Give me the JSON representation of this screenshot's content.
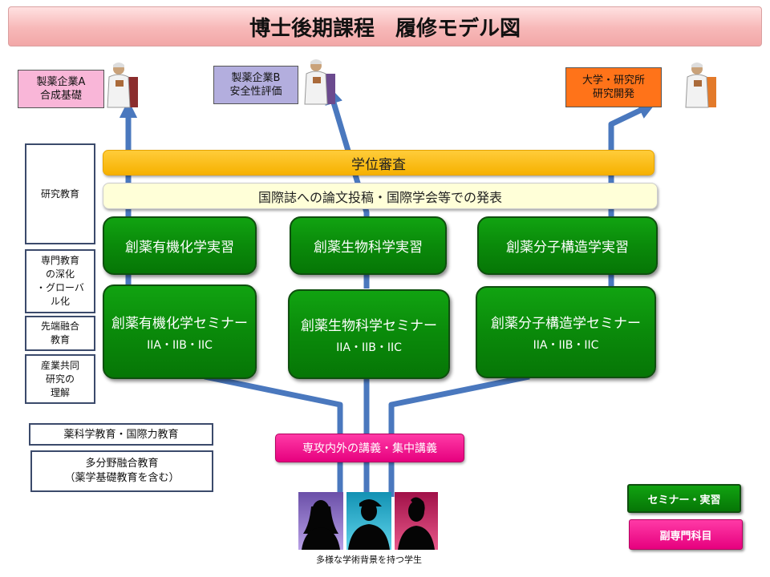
{
  "title": "博士後期課程　履修モデル図",
  "careers": [
    {
      "line1": "製薬企業A",
      "line2": "合成基礎",
      "color": "#f9b6d8"
    },
    {
      "line1": "製薬企業B",
      "line2": "安全性評価",
      "color": "#b3aede"
    },
    {
      "line1": "大学・研究所",
      "line2": "研究開発",
      "color": "#ff7319"
    }
  ],
  "side_labels": {
    "kenkyu": "研究教育",
    "senmon": [
      "専門教育",
      "の深化",
      "・グローバ",
      "ル化"
    ],
    "sentan": [
      "先端融合",
      "教育"
    ],
    "sangyo": [
      "産業共同",
      "研究の",
      "理解"
    ]
  },
  "bottom_left": {
    "yakugaku": "薬科学教育・国際力教育",
    "tabunya_1": "多分野融合教育",
    "tabunya_2": "（薬学基礎教育を含む）"
  },
  "bars": {
    "shinsa": "学位審査",
    "happyo": "国際誌への論文投稿・国際学会等での発表"
  },
  "practicals": [
    "創薬有機化学実習",
    "創薬生物科学実習",
    "創薬分子構造学実習"
  ],
  "seminars": [
    {
      "title": "創薬有機化学セミナー",
      "sub": "IIA・IIB・IIC"
    },
    {
      "title": "創薬生物科学セミナー",
      "sub": "IIA・IIB・IIC"
    },
    {
      "title": "創薬分子構造学セミナー",
      "sub": "IIA・IIB・IIC"
    }
  ],
  "lecture": "専攻内外の講義・集中講義",
  "students_caption": "多様な学術背景を持つ学生",
  "legend": {
    "seminar": "セミナー・実習",
    "sub": "副専門科目"
  },
  "colors": {
    "arrow": "#4a78be",
    "green": "#0a8a0a",
    "magenta": "#e6007e",
    "gold": "#f6b100",
    "cream": "#ffffd8",
    "student_1": "#9a80d2",
    "student_2": "#2bb4cf",
    "student_3": "#d42a6b"
  },
  "icons": [
    "scientist-icon",
    "arrow-icon",
    "student-silhouette-icon"
  ]
}
